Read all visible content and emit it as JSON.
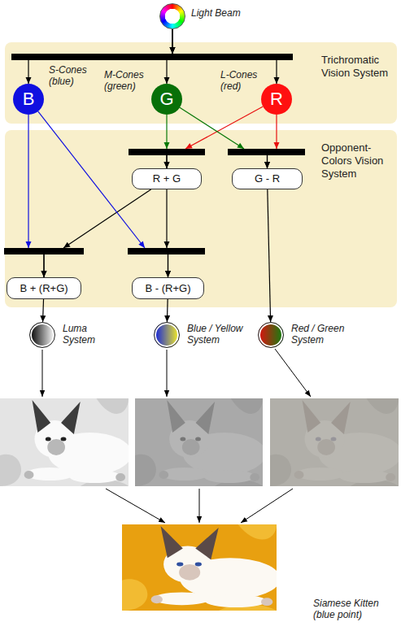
{
  "diagram": {
    "nodes": [
      {
        "text": [
          "Light Beam"
        ]
      },
      {
        "text": [
          "Trichromatic Vision System"
        ]
      },
      {
        "text": [
          "S-Cones (blue)",
          "B"
        ],
        "in": 1
      },
      {
        "text": [
          "M-Cones (green)",
          "G"
        ],
        "in": 1
      },
      {
        "text": [
          "L-Cones (red)",
          "R"
        ],
        "in": 1
      },
      {
        "text": [
          "Opponent-Colors Vision System"
        ]
      },
      {
        "text": [
          "R + G"
        ],
        "in": 5
      },
      {
        "text": [
          "G - R"
        ],
        "in": 5
      },
      {
        "text": [
          "B + (R+G)"
        ],
        "in": 5
      },
      {
        "text": [
          "B - (R+G)"
        ],
        "in": 5
      },
      {
        "text": [
          "Luma System"
        ]
      },
      {
        "text": [
          "Blue / Yellow System"
        ]
      },
      {
        "text": [
          "Red / Green System"
        ]
      },
      {
        "text": [
          "Siamese Kitten (blue point)"
        ]
      }
    ],
    "edges": [
      {
        "from": 0,
        "to": 2,
        "arrow": "to"
      },
      {
        "from": 0,
        "to": 3,
        "arrow": "to"
      },
      {
        "from": 0,
        "to": 4,
        "arrow": "to"
      },
      {
        "from": 3,
        "to": 6,
        "arrow": "to"
      },
      {
        "from": 4,
        "to": 6,
        "arrow": "to"
      },
      {
        "from": 3,
        "to": 7,
        "arrow": "to"
      },
      {
        "from": 4,
        "to": 7,
        "arrow": "to"
      },
      {
        "from": 2,
        "to": 8,
        "arrow": "to"
      },
      {
        "from": 6,
        "to": 8,
        "arrow": "to"
      },
      {
        "from": 2,
        "to": 9,
        "arrow": "to"
      },
      {
        "from": 6,
        "to": 9,
        "arrow": "to"
      },
      {
        "from": 8,
        "to": 10,
        "arrow": "to"
      },
      {
        "from": 9,
        "to": 11,
        "arrow": "to"
      },
      {
        "from": 7,
        "to": 12,
        "arrow": "to"
      }
    ]
  }
}
